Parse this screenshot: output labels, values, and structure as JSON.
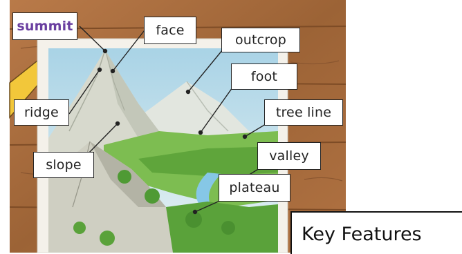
{
  "labels": {
    "summit": "summit",
    "face": "face",
    "outcrop": "outcrop",
    "foot": "foot",
    "ridge": "ridge",
    "tree_line": "tree line",
    "slope": "slope",
    "valley": "valley",
    "plateau": "plateau"
  },
  "key_box": {
    "title": "Key Features"
  },
  "colors": {
    "wood": "#a86a3c",
    "paper_frame": "#f4f1ea",
    "sky": "#cfe6ef",
    "rock": "#d6d8cc",
    "grass": "#6cb24a",
    "river": "#7cc2e6",
    "summit_text": "#6a3fa0"
  }
}
